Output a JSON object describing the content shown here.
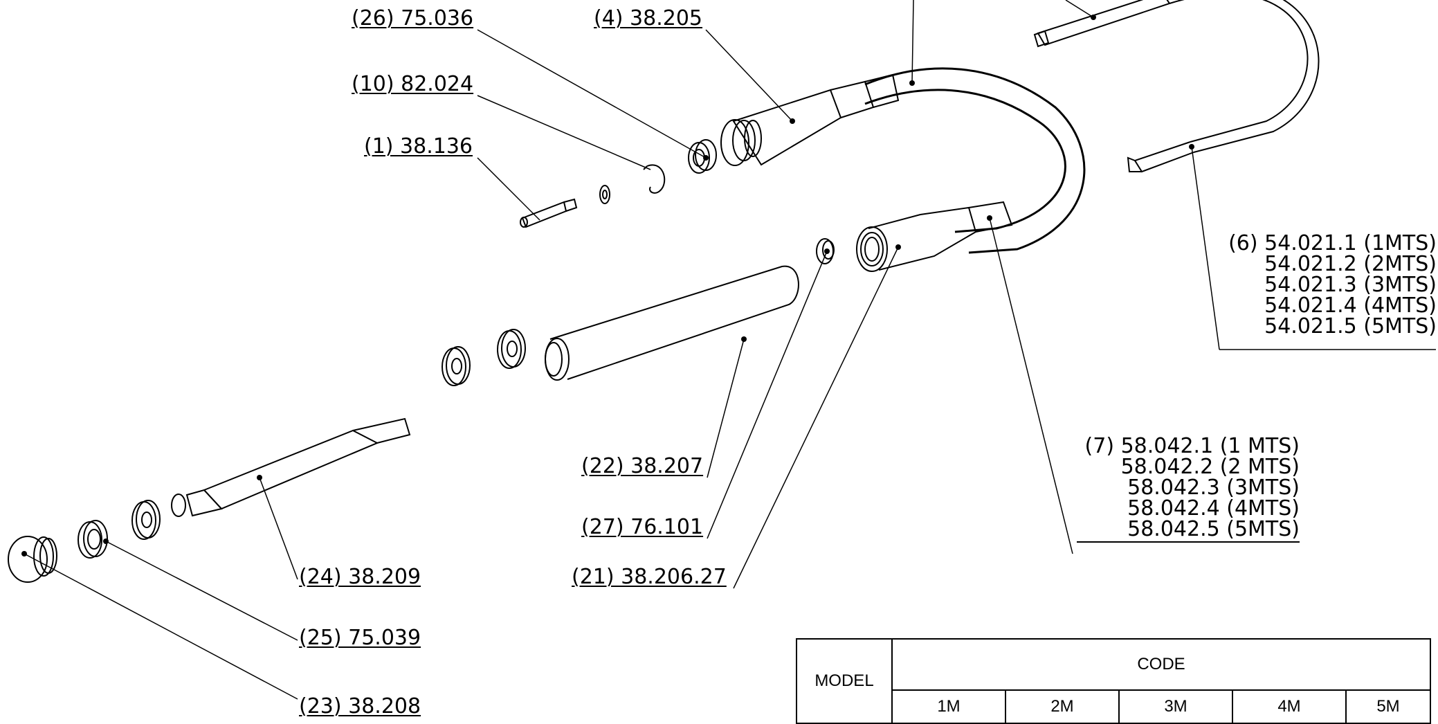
{
  "labels": {
    "p26": "(26) 75.036",
    "p4": "(4) 38.205",
    "p10": "(10) 82.024",
    "p1": "(1) 38.136",
    "p22": "(22) 38.207",
    "p27": "(27) 76.101",
    "p21": "(21) 38.206.27",
    "p24": "(24) 38.209",
    "p25": "(25) 75.039",
    "p23": "(23) 38.208"
  },
  "part6": [
    "(6) 54.021.1 (1MTS)",
    "54.021.2 (2MTS)",
    "54.021.3 (3MTS)",
    "54.021.4 (4MTS)",
    "54.021.5 (5MTS)"
  ],
  "part7": [
    "(7) 58.042.1 (1 MTS)",
    "58.042.2 (2 MTS)",
    "58.042.3 (3MTS)",
    "58.042.4 (4MTS)",
    "58.042.5 (5MTS)"
  ],
  "table": {
    "model_header": "MODEL",
    "code_header": "CODE",
    "columns": [
      "1M",
      "2M",
      "3M",
      "4M",
      "5M"
    ]
  }
}
